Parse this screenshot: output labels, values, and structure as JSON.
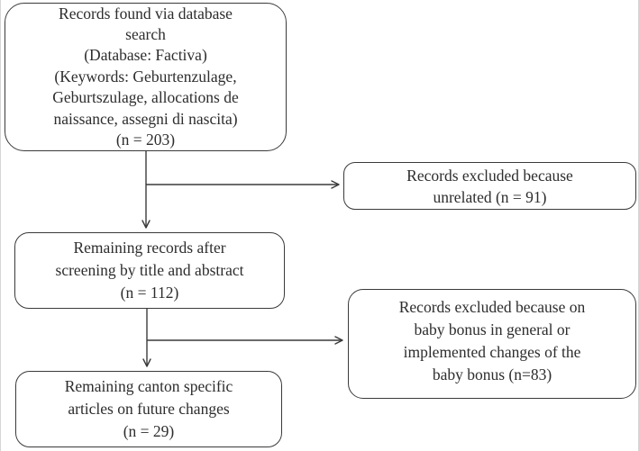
{
  "figure": {
    "type": "flow-diagram",
    "colors": {
      "background": "#ffffff",
      "box_border": "#3a3a3a",
      "arrow": "#3a3a3a",
      "text": "#2d2d2d"
    },
    "boxes": {
      "found": {
        "n": 203,
        "lines": [
          "Records found via database",
          "search",
          "(Database: Factiva)",
          "(Keywords: Geburtenzulage,",
          "Geburtszulage, allocations de",
          "naissance, assegni di nascita)",
          "(n = 203)"
        ]
      },
      "excluded_unrelated": {
        "n": 91,
        "lines": [
          "Records excluded because",
          "unrelated (n = 91)"
        ]
      },
      "remaining_screened": {
        "n": 112,
        "lines": [
          "Remaining records after",
          "screening by title and abstract",
          "(n = 112)"
        ]
      },
      "excluded_baby_bonus": {
        "n": 83,
        "lines": [
          "Records excluded because on",
          "baby bonus in general or",
          "implemented changes of the",
          "baby bonus (n=83)"
        ]
      },
      "remaining_canton": {
        "n": 29,
        "lines": [
          "Remaining canton specific",
          "articles on future changes",
          "(n = 29)"
        ]
      }
    }
  }
}
